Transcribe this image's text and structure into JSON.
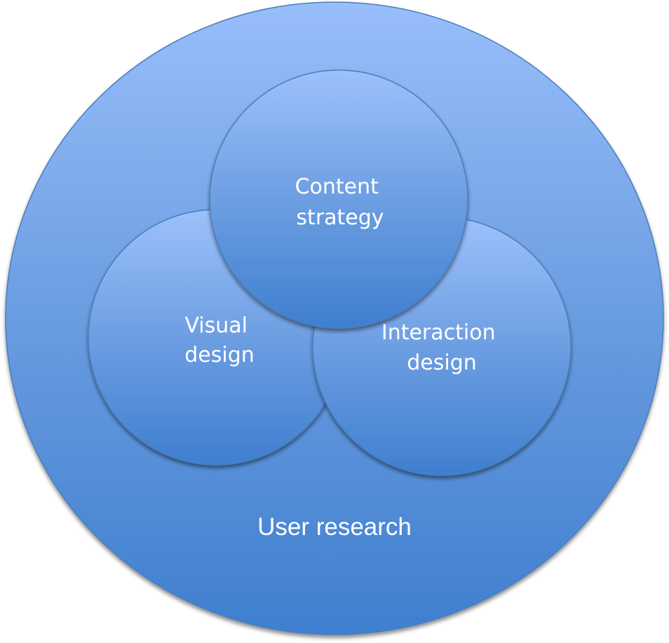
{
  "diagram": {
    "type": "nested-venn",
    "outer": {
      "label": "User research"
    },
    "circles": [
      {
        "id": "visual",
        "lines": [
          "Visual",
          "design"
        ]
      },
      {
        "id": "interaction",
        "lines": [
          "Interaction",
          "design"
        ]
      },
      {
        "id": "content",
        "lines": [
          "Content",
          "strategy"
        ]
      }
    ],
    "colors": {
      "fill_top": "#98BEFB",
      "fill_bottom": "#3F7FCF",
      "stroke": "#4A7EBB",
      "text": "#FFFFFF",
      "background": "#FFFFFF"
    }
  }
}
